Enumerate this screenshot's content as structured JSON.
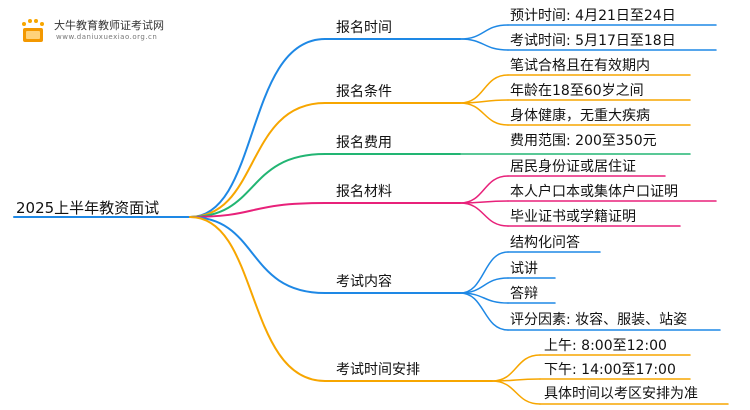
{
  "watermark": {
    "title": "大牛教育教师证考试网",
    "url": "www.daniuxuexiao.org.cn",
    "icon": "book-logo-icon"
  },
  "root": "2025上半年教资面试",
  "colors": {
    "blue": "#1e88e5",
    "orange": "#f7a600",
    "green": "#22b573",
    "pink": "#e8217a"
  },
  "branches": [
    {
      "label": "报名时间",
      "color": "blue",
      "children": [
        "预计时间: 4月21日至24日",
        "考试时间: 5月17日至18日"
      ]
    },
    {
      "label": "报名条件",
      "color": "orange",
      "children": [
        "笔试合格且在有效期内",
        "年龄在18至60岁之间",
        "身体健康，无重大疾病"
      ]
    },
    {
      "label": "报名费用",
      "color": "green",
      "children": [
        "费用范围: 200至350元"
      ]
    },
    {
      "label": "报名材料",
      "color": "pink",
      "children": [
        "居民身份证或居住证",
        "本人户口本或集体户口证明",
        "毕业证书或学籍证明"
      ]
    },
    {
      "label": "考试内容",
      "color": "blue",
      "children": [
        "结构化问答",
        "试讲",
        "答辩",
        "评分因素: 妆容、服装、站姿"
      ]
    },
    {
      "label": "考试时间安排",
      "color": "orange",
      "children": [
        "上午: 8:00至12:00",
        "下午: 14:00至17:00",
        "具体时间以考区安排为准"
      ]
    }
  ]
}
